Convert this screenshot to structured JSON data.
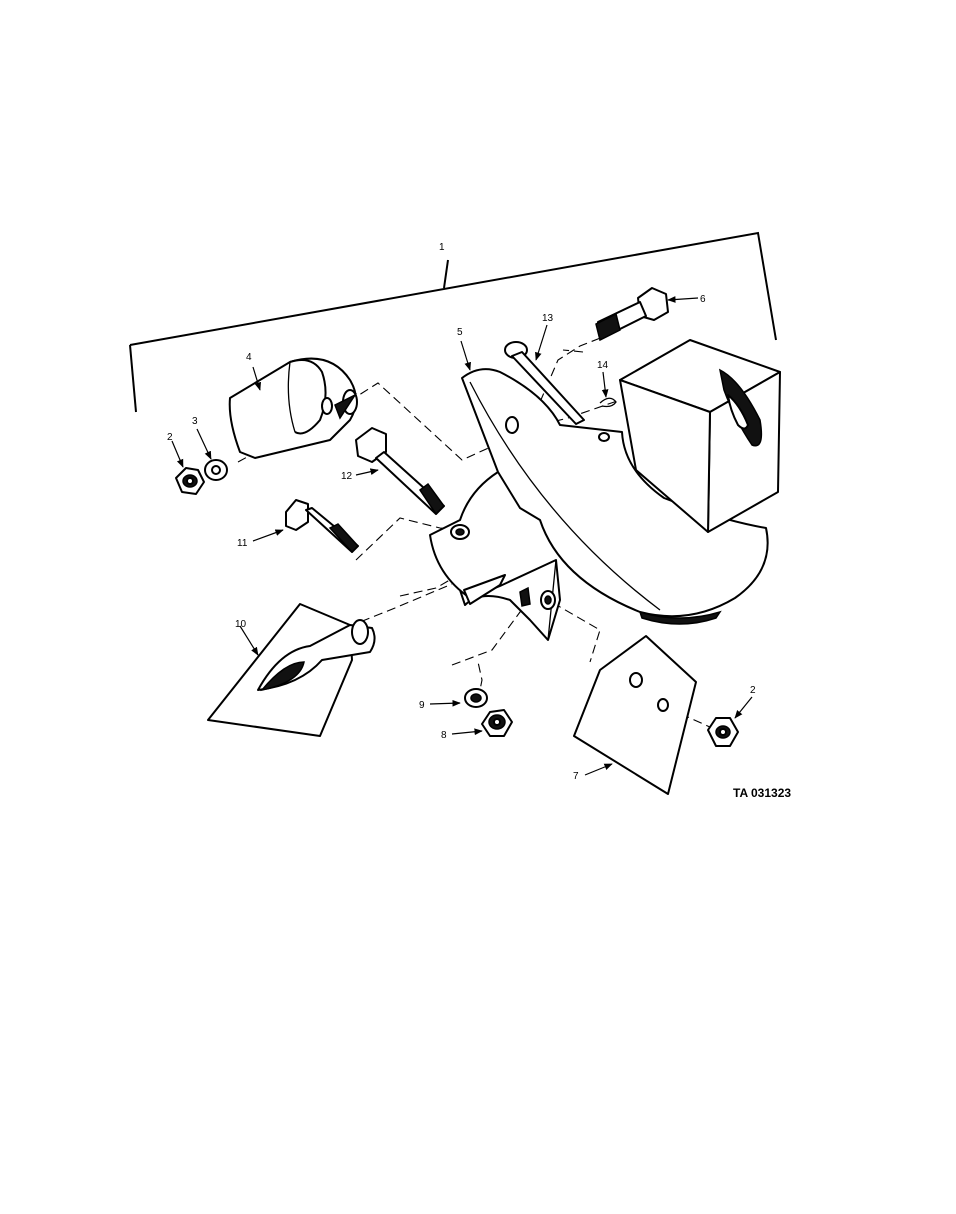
{
  "figure": {
    "id_label": "TA 031323",
    "callouts": [
      {
        "key": "c1",
        "text": "1"
      },
      {
        "key": "c2a",
        "text": "2"
      },
      {
        "key": "c2b",
        "text": "2"
      },
      {
        "key": "c3",
        "text": "3"
      },
      {
        "key": "c4",
        "text": "4"
      },
      {
        "key": "c5",
        "text": "5"
      },
      {
        "key": "c6",
        "text": "6"
      },
      {
        "key": "c7",
        "text": "7"
      },
      {
        "key": "c8",
        "text": "8"
      },
      {
        "key": "c9",
        "text": "9"
      },
      {
        "key": "c10",
        "text": "10"
      },
      {
        "key": "c11",
        "text": "11"
      },
      {
        "key": "c12",
        "text": "12"
      },
      {
        "key": "c13",
        "text": "13"
      },
      {
        "key": "c14",
        "text": "14"
      }
    ]
  }
}
